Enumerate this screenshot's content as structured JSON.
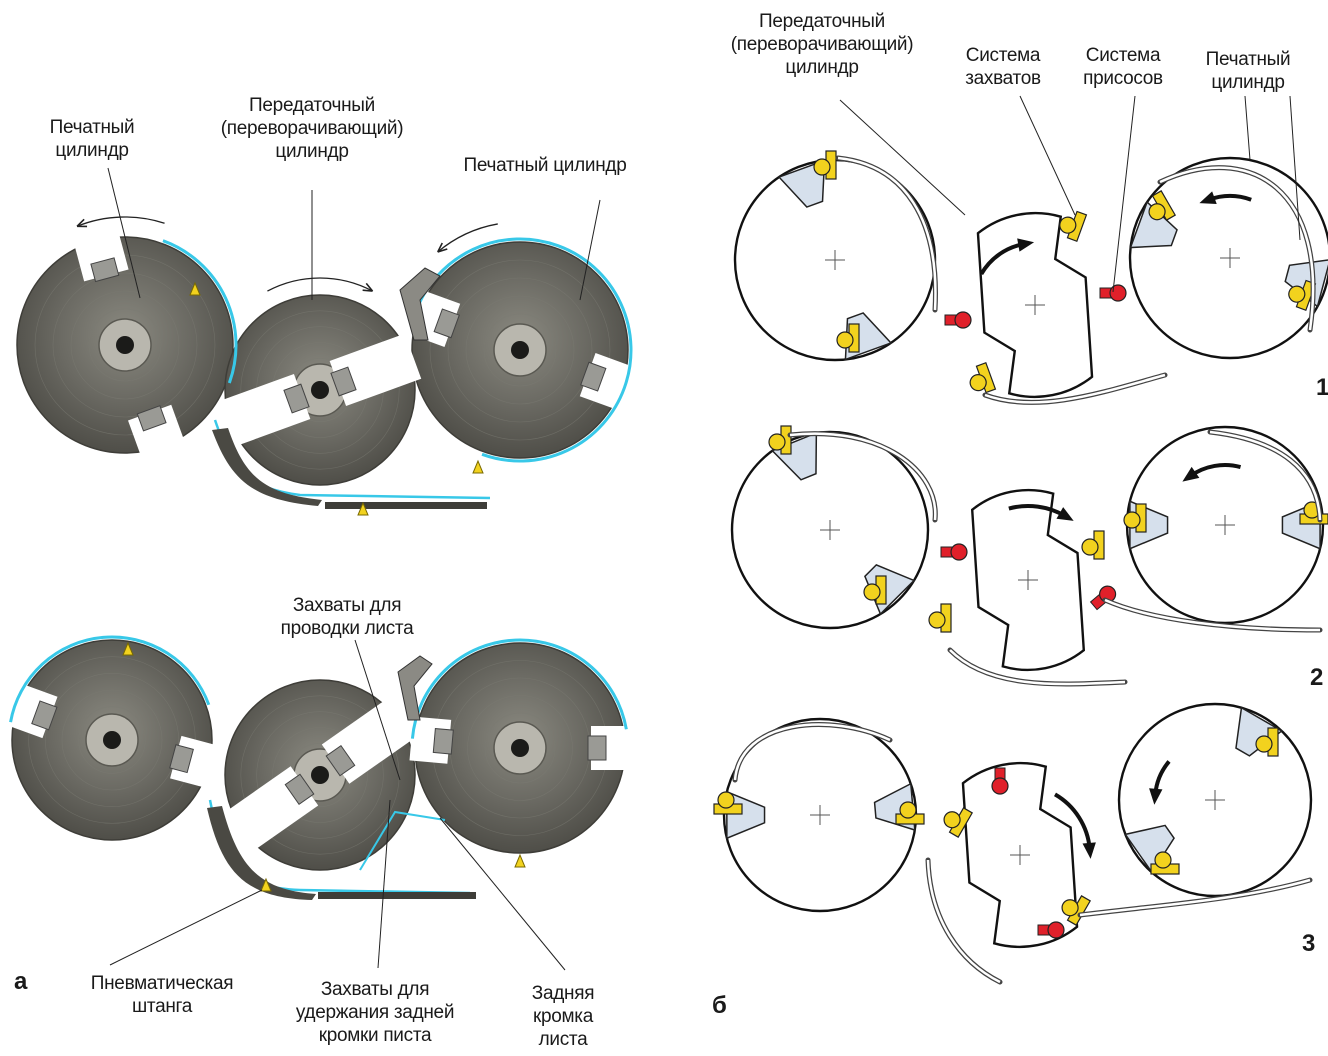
{
  "panel_a": {
    "marker": "а",
    "top_labels": {
      "left_cylinder": [
        "Печатный",
        "цилиндр"
      ],
      "transfer_cylinder": [
        "Передаточный",
        "(переворачивающий)",
        "цилиндр"
      ],
      "right_cylinder": [
        "Печатный цилиндр"
      ]
    },
    "bottom_labels": {
      "sheet_grippers": [
        "Захваты для",
        "проводки листа"
      ],
      "pneumatic_bar": [
        "Пневматическая",
        "штанга"
      ],
      "tail_grippers": [
        "Захваты для",
        "удержания задней",
        "кромки пиcта"
      ],
      "tail_edge": [
        "Задняя",
        "кромка",
        "листа"
      ]
    }
  },
  "panel_b": {
    "marker": "б",
    "labels": {
      "transfer_cylinder": [
        "Передаточный",
        "(переворачивающий)",
        "цилиндр"
      ],
      "gripper_system": [
        "Система",
        "захватов"
      ],
      "suction_system": [
        "Система",
        "присосов"
      ],
      "impression_cylinder": [
        "Печатный",
        "цилиндр"
      ]
    },
    "steps": [
      "1",
      "2",
      "3"
    ]
  },
  "colors": {
    "cylinder_metal": "#6b6a63",
    "sheet": "#38c8e8",
    "gripper": "#f2d21e",
    "suction": "#e0202a",
    "gripper_pad": "#d6e0ec"
  }
}
